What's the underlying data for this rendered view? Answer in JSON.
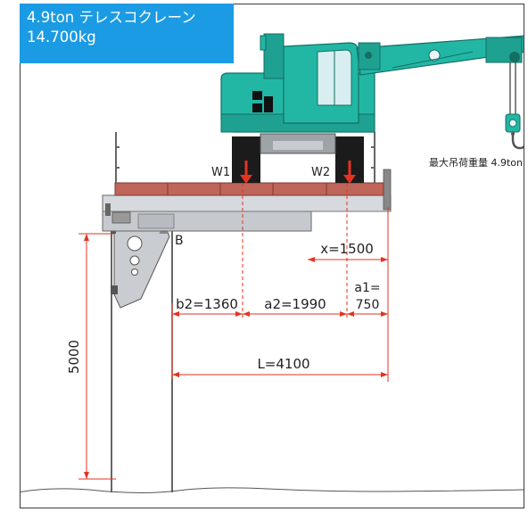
{
  "title": {
    "line1": "4.9ton テレスコクレーン",
    "line2": "14.700kg"
  },
  "labels": {
    "max_load": "最大吊荷重量 4.9ton",
    "w1": "W1",
    "w2": "W2",
    "point_b": "B",
    "x": "x=1500",
    "b2": "b2=1360",
    "a2": "a2=1990",
    "a1_top": "a1=",
    "a1_bottom": "750",
    "L": "L=4100",
    "height": "5000"
  },
  "colors": {
    "title_bg": "#1b9be3",
    "crane_body": "#22b7a4",
    "arrow": "#e53322",
    "dimension_line": "#e53322",
    "deck_plank": "#c0655a",
    "steel": "#c9ccd0"
  },
  "icons": {
    "load_arrow": "down-arrow-icon",
    "hook": "crane-hook-icon"
  }
}
